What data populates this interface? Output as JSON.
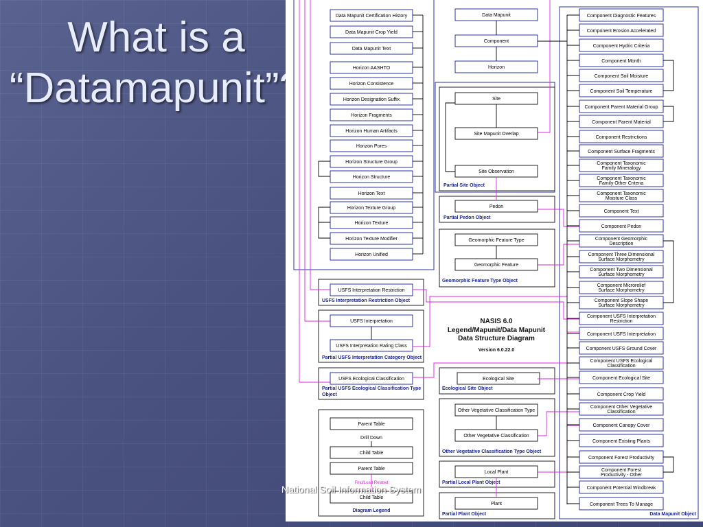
{
  "slide": {
    "title_line1": "What is a",
    "title_line2": "“Datamapunit”?",
    "footer": "National Soil Information System"
  },
  "diagram": {
    "title": "NASIS 6.0",
    "subtitle_line1": "Legend/Mapunit/Data Mapunit",
    "subtitle_line2": "Data Structure Diagram",
    "version": "Version 6.0.22.0",
    "left_tables": [
      "Data Mapunit Certification History",
      "Data Mapunit Crop Yield",
      "Data Mapunit Text",
      "Horizon AASHTO",
      "Horizon Consistence",
      "Horizon Designation Suffix",
      "Horizon Fragments",
      "Horizon Human Artifacts",
      "Horizon Pores",
      "Horizon Structure Group",
      "Horizon Structure",
      "Horizon Text",
      "Horizon Texture Group",
      "Horizon Texture",
      "Horizon Texture Modifier",
      "Horizon Unified"
    ],
    "center_tables": {
      "datamapunit": "Data Mapunit",
      "component": "Component",
      "horizon": "Horizon"
    },
    "site_group": {
      "site": "Site",
      "overlap": "Site Mapunit Overlap",
      "observation": "Site Observation",
      "label": "Partial Site Object"
    },
    "pedon_group": {
      "pedon": "Pedon",
      "label": "Partial Pedon Object"
    },
    "geomorph_group": {
      "type": "Geomorphic Feature Type",
      "feature": "Geomorphic Feature",
      "label": "Geomorphic Feature Type Object"
    },
    "usfs_restriction_group": {
      "table": "USFS Interpretation Restriction",
      "label": "USFS Interpretation Restriction Object"
    },
    "usfs_interp_group": {
      "interp": "USFS Interpretation",
      "rating": "USFS Interpretation Rating Class",
      "label": "Partial USFS Interpretation Category Object"
    },
    "usfs_eco_group": {
      "table": "USFS Ecological Classification",
      "label1": "Partial USFS Ecological Classification Type",
      "label2": "Object"
    },
    "eco_site_group": {
      "table": "Ecological Site",
      "label": "Ecological Site Object"
    },
    "veg_group": {
      "type": "Other Vegetative Classification Type",
      "cls": "Other Vegetative Classification",
      "label": "Other Vegetative Classification Type Object"
    },
    "local_plant_group": {
      "table": "Local Plant",
      "label": "Partial Local Plant Object"
    },
    "plant_group": {
      "table": "Plant",
      "label": "Partial Plant Object"
    },
    "legend": {
      "parent": "Parent Table",
      "drill": "Drill Down",
      "child": "Child Table",
      "parent2": "Parent Table",
      "find": "Find/Load Related",
      "child2": "Child Table",
      "label": "Diagram Legend"
    },
    "right_tables": [
      [
        "Component Diagnostic Features"
      ],
      [
        "Component Erosion Accelerated"
      ],
      [
        "Component Hydric Criteria"
      ],
      [
        "Component Month"
      ],
      [
        "Component Soil Moisture"
      ],
      [
        "Component Soil Temperature"
      ],
      [
        "Component Parent Material Group"
      ],
      [
        "Component Parent Material"
      ],
      [
        "Component Restrictions"
      ],
      [
        "Component Surface Fragments"
      ],
      [
        "Component Taxonomic",
        "Family Mineralogy"
      ],
      [
        "Component Taxonomic",
        "Family Other Criteria"
      ],
      [
        "Component Taxonomic",
        "Moisture Class"
      ],
      [
        "Component Text"
      ],
      [
        "Component Pedon"
      ],
      [
        "Component Geomorphic",
        "Description"
      ],
      [
        "Component Three Dimensional",
        "Surface Morphometry"
      ],
      [
        "Component Two Dimensional",
        "Surface Morphometry"
      ],
      [
        "Component Microrelief",
        "Surface Morphometry"
      ],
      [
        "Component Slope Shape",
        "Surface Morphometry"
      ],
      [
        "Component USFS Interpretation",
        "Restriction"
      ],
      [
        "Component USFS Interpretation"
      ],
      [
        "Component USFS Ground Cover"
      ],
      [
        "Component USFS Ecological",
        "Classification"
      ],
      [
        "Component Ecological Site"
      ],
      [
        "Component Crop Yield"
      ],
      [
        "Component Other Vegetative",
        "Classification"
      ],
      [
        "Component Canopy Cover"
      ],
      [
        "Component Existing Plants"
      ],
      [
        "Component Forest Productivity"
      ],
      [
        "Component Forest",
        "Productivity - Other"
      ],
      [
        "Component Potential Windbreak"
      ],
      [
        "Component Trees To Manage"
      ]
    ],
    "right_label": "Data Mapunit Object"
  }
}
